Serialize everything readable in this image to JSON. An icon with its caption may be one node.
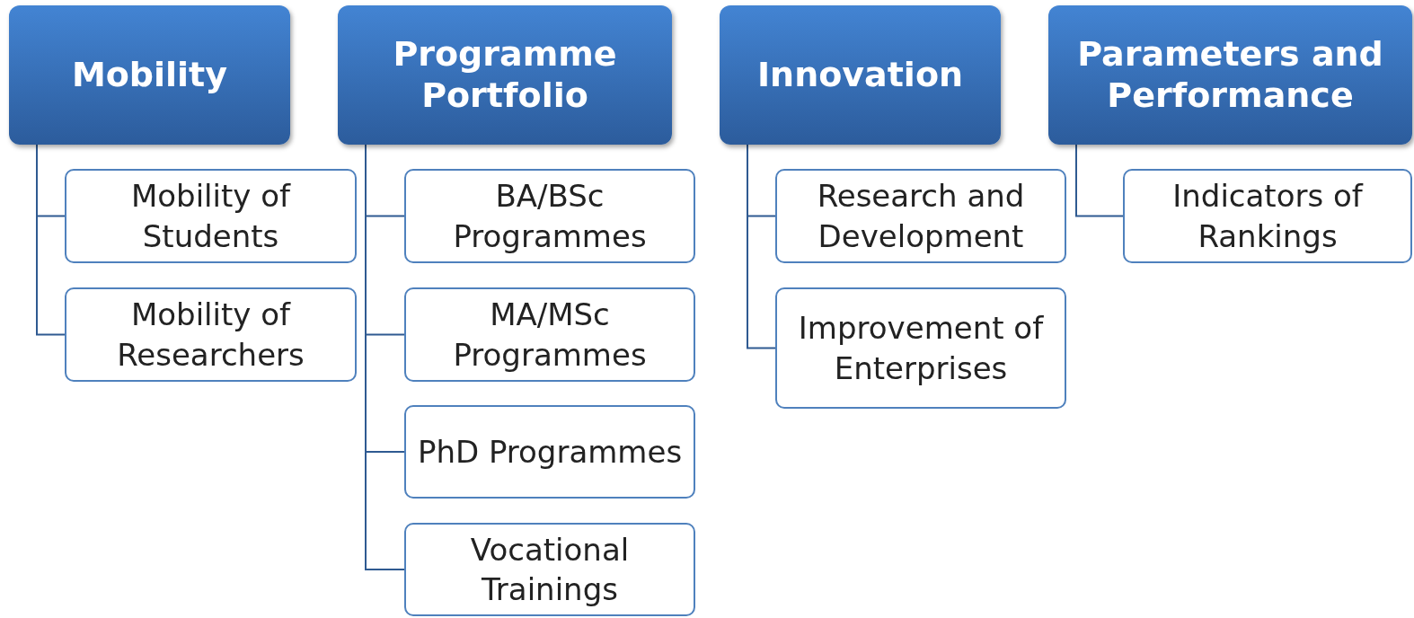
{
  "diagram": {
    "nodes": [
      {
        "text": [
          "Mobility"
        ]
      },
      {
        "text": [
          "Mobility of Students"
        ]
      },
      {
        "text": [
          "Mobility of Researchers"
        ]
      },
      {
        "text": [
          "Programme Portfolio"
        ]
      },
      {
        "text": [
          "BA/BSc Programmes"
        ]
      },
      {
        "text": [
          "MA/MSc Programmes"
        ]
      },
      {
        "text": [
          "PhD Programmes"
        ]
      },
      {
        "text": [
          "Vocational Trainings"
        ]
      },
      {
        "text": [
          "Innovation"
        ]
      },
      {
        "text": [
          "Research and Development"
        ]
      },
      {
        "text": [
          "Improvement of Enterprises"
        ]
      },
      {
        "text": [
          "Parameters and Performance"
        ]
      },
      {
        "text": [
          "Indicators of Rankings"
        ]
      }
    ],
    "edges": [
      {
        "from": 0,
        "to": 1,
        "arrow": "none"
      },
      {
        "from": 0,
        "to": 2,
        "arrow": "none"
      },
      {
        "from": 3,
        "to": 4,
        "arrow": "none"
      },
      {
        "from": 3,
        "to": 5,
        "arrow": "none"
      },
      {
        "from": 3,
        "to": 6,
        "arrow": "none"
      },
      {
        "from": 3,
        "to": 7,
        "arrow": "none"
      },
      {
        "from": 8,
        "to": 9,
        "arrow": "none"
      },
      {
        "from": 8,
        "to": 10,
        "arrow": "none"
      },
      {
        "from": 11,
        "to": 12,
        "arrow": "none"
      }
    ]
  }
}
